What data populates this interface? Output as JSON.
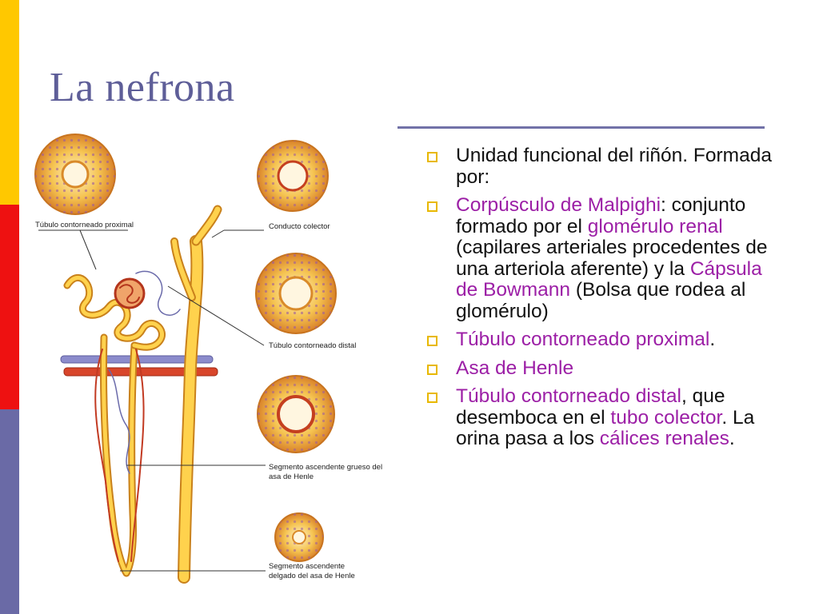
{
  "slide": {
    "title": "La nefrona",
    "colors": {
      "strip_top": "#ffc800",
      "strip_mid": "#ee1111",
      "strip_bottom": "#6a6aa6",
      "title": "#5e5e98",
      "rule": "#7272a8",
      "highlight": "#9c1fa6",
      "bullet": "#e8b800"
    }
  },
  "figure": {
    "labels": {
      "tubulo_proximal": "Túbulo contorneado proximal",
      "conducto_colector": "Conducto colector",
      "tubulo_distal": "Túbulo contorneado distal",
      "segmento_grueso_1": "Segmento ascendente grueso del",
      "segmento_grueso_2": "asa de Henle",
      "segmento_delgado_1": "Segmento ascendente",
      "segmento_delgado_2": "delgado del asa de Henle"
    }
  },
  "bullets": [
    {
      "parts": [
        "Unidad funcional del riñón. Formada por:"
      ]
    },
    {
      "parts": [
        "Corpúsculo de Malpighi",
        ": conjunto formado por el ",
        "glomérulo renal",
        " (capilares arteriales procedentes de una arteriola aferente) y la ",
        "Cápsula de Bowmann",
        " (Bolsa que rodea al glomérulo)"
      ]
    },
    {
      "parts": [
        "Túbulo contorneado proximal",
        "."
      ]
    },
    {
      "parts": [
        "Asa de Henle"
      ]
    },
    {
      "parts": [
        "Túbulo contorneado distal",
        ", que desemboca en el ",
        "tubo colector",
        ". La orina pasa a los ",
        "cálices renales",
        "."
      ]
    }
  ]
}
